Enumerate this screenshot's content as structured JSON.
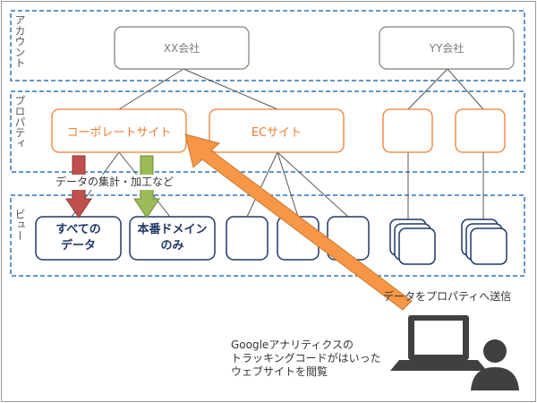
{
  "tiers": {
    "account": "アカウント",
    "property": "プロパティ",
    "view": "ビュー"
  },
  "accounts": [
    "XX会社",
    "YY会社"
  ],
  "properties": [
    "コーポレートサイト",
    "ECサイト"
  ],
  "views": [
    "すべての\nデータ",
    "本番ドメイン\nのみ"
  ],
  "annotations": {
    "aggregation": "データの集計・加工など",
    "send_data": "データをプロパティへ送信",
    "browse": "Googleアナリティクスの\nトラッキングコードがはいった\nウェブサイトを閲覧"
  },
  "icons": {
    "computer": "laptop-icon",
    "user": "user-icon",
    "red_arrow": "down-arrow-red",
    "green_arrow": "down-arrow-green",
    "orange_arrow": "orange-diagonal-arrow"
  },
  "colors": {
    "frame_blue": "#2e75b6",
    "account_border": "#7f7f7f",
    "property_orange": "#ed7d31",
    "view_navy": "#1f3864",
    "arrow_red": "#c0504d",
    "arrow_green": "#9bbb59",
    "arrow_orange": "#f79646",
    "icon_dark": "#404040"
  }
}
